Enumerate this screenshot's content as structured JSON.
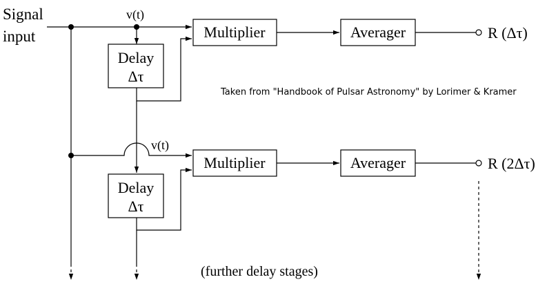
{
  "labels": {
    "signal_input_line1": "Signal",
    "signal_input_line2": "input",
    "vt_top": "v(t)",
    "vt_bottom": "v(t)",
    "credit": "Taken from \"Handbook of Pulsar Astronomy\" by Lorimer & Kramer",
    "further": "(further delay stages)"
  },
  "stages": [
    {
      "delay_line1": "Delay",
      "delay_line2": "Δτ",
      "multiplier": "Multiplier",
      "averager": "Averager",
      "output": "R (Δτ)"
    },
    {
      "delay_line1": "Delay",
      "delay_line2": "Δτ",
      "multiplier": "Multiplier",
      "averager": "Averager",
      "output": "R (2Δτ)"
    }
  ]
}
